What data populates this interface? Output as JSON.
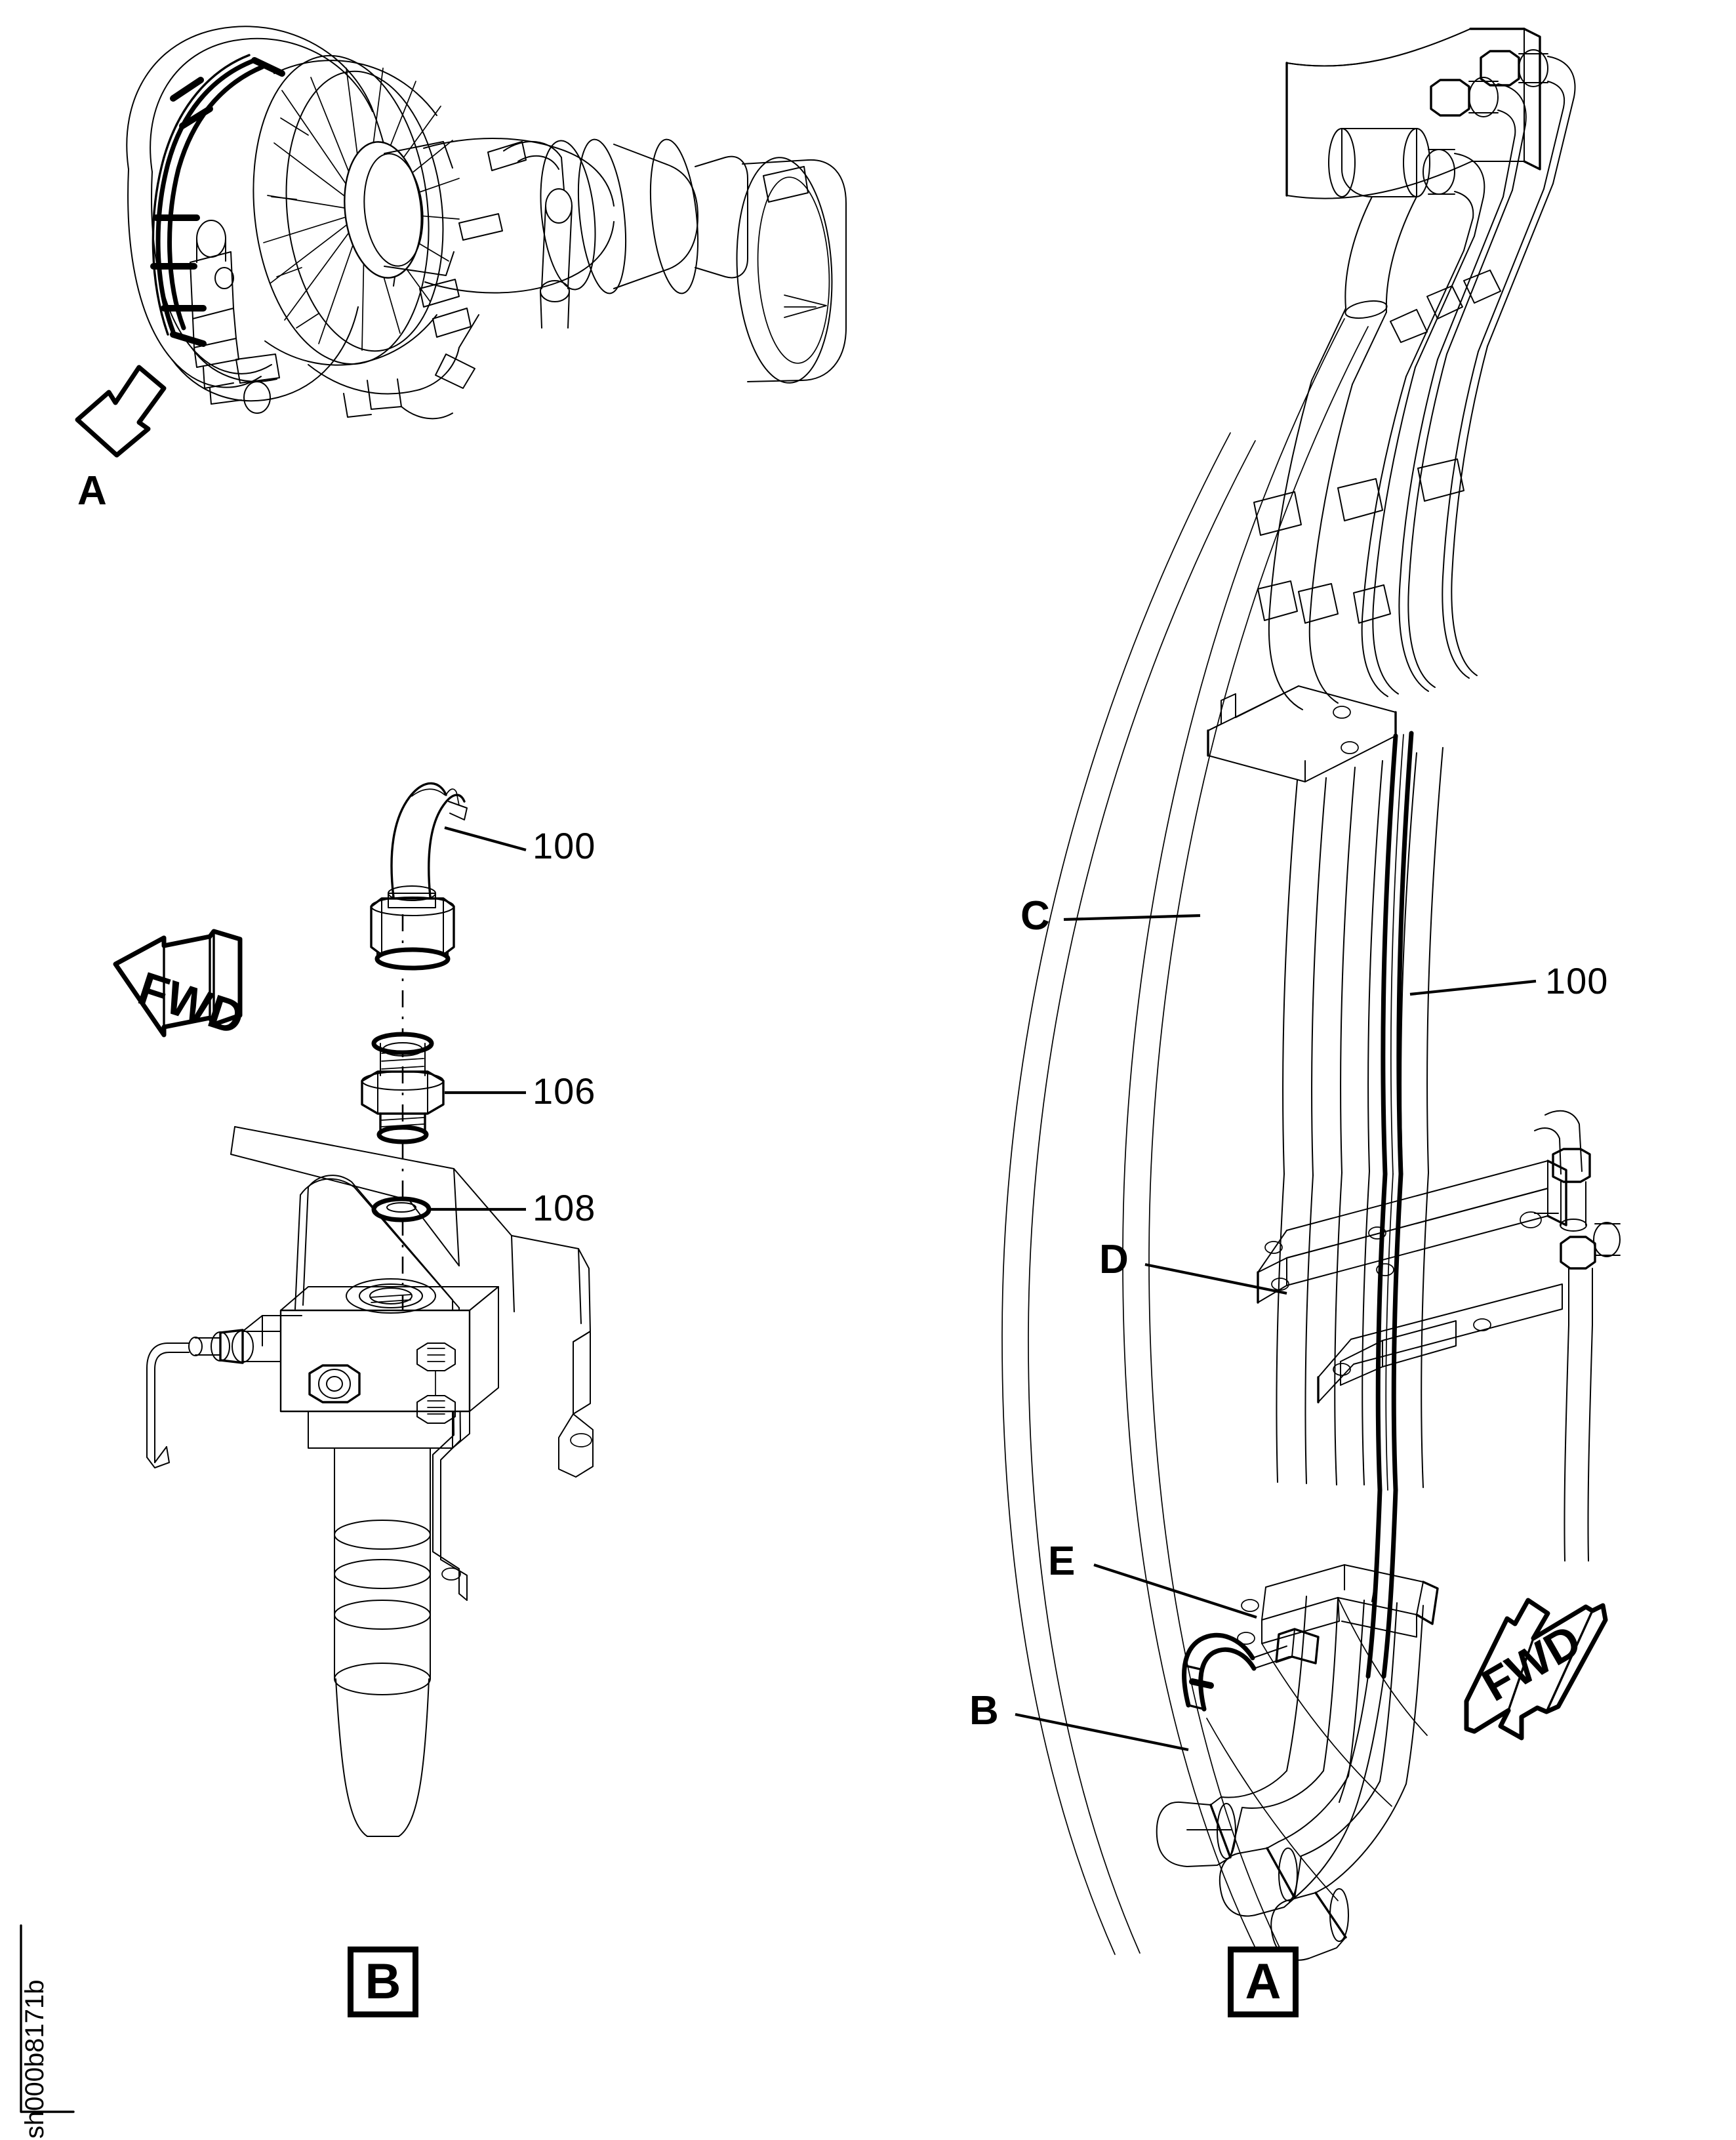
{
  "figure": {
    "id_label": "sh000b8171b",
    "domain": "aircraft-engine-hose-installation-illustration",
    "background_color": "#ffffff",
    "line_color": "#000000"
  },
  "views": {
    "engine_overview": {
      "name": "engine-assembly-overview",
      "view_arrow_label": "A"
    },
    "detail_a": {
      "box_label": "A",
      "fwd_arrow_label": "FWD"
    },
    "detail_b": {
      "box_label": "B",
      "fwd_arrow_label": "FWD"
    }
  },
  "part_callouts": [
    {
      "number": "100",
      "name": "hose-assembly",
      "location": "exploded-detail-b"
    },
    {
      "number": "106",
      "name": "union-fitting",
      "location": "exploded-detail-b"
    },
    {
      "number": "108",
      "name": "packing-o-ring",
      "location": "exploded-detail-b"
    },
    {
      "number": "100",
      "name": "hose-assembly",
      "location": "detail-a-routing"
    }
  ],
  "letter_callouts": [
    {
      "letter": "C",
      "name": "bracket-attachment-c"
    },
    {
      "letter": "D",
      "name": "clamp-bracket-d"
    },
    {
      "letter": "E",
      "name": "support-bracket-e"
    },
    {
      "letter": "B",
      "name": "hose-end-fitting-b"
    }
  ],
  "labels": {
    "n100_top": "100",
    "n106": "106",
    "n108": "108",
    "n100_right": "100",
    "letter_c": "C",
    "letter_d": "D",
    "letter_e": "E",
    "letter_b": "B",
    "arrow_a": "A",
    "box_a": "A",
    "box_b": "B",
    "fwd_left": "FWD",
    "fwd_right": "FWD",
    "figure_id": "sh000b8171b"
  }
}
